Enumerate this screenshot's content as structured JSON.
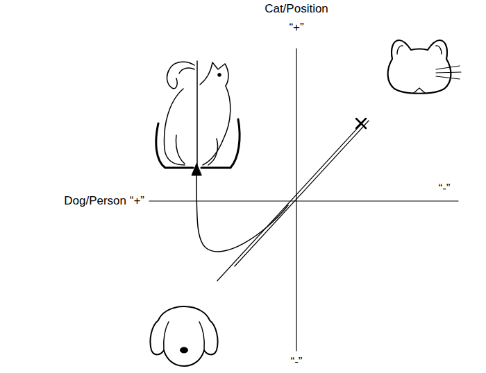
{
  "diagram": {
    "labels": [
      "Cat/Position",
      "“+”",
      "Dog/Person “+”",
      "“-”",
      "“-”"
    ]
  }
}
